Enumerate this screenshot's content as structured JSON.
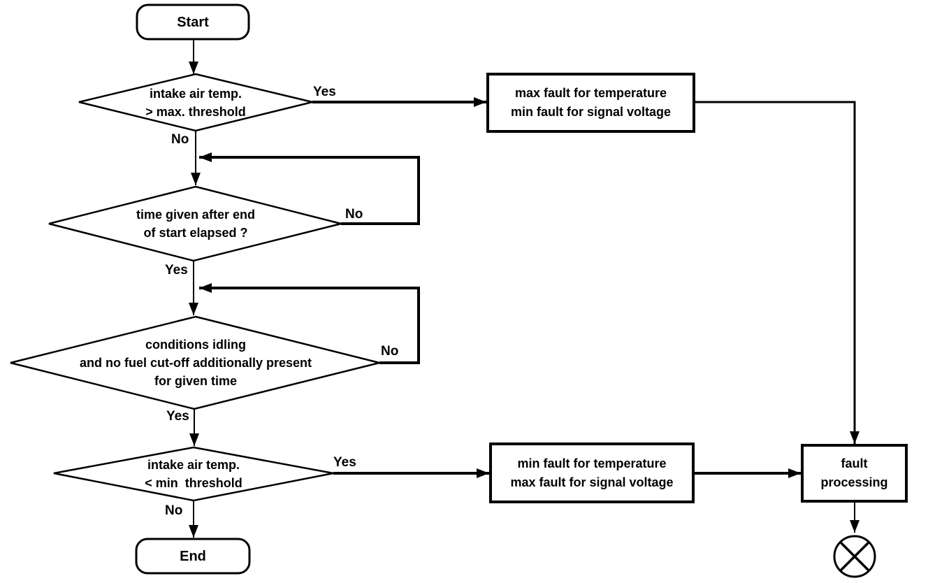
{
  "colors": {
    "line": "#000000",
    "node_fill": "#ffffff",
    "background": "#ffffff"
  },
  "nodes": {
    "start": {
      "label": "Start"
    },
    "d1": {
      "label": "intake air temp.\n> max. threshold"
    },
    "p1": {
      "label": "max fault for temperature\nmin fault for signal voltage"
    },
    "d2": {
      "label": "time given after end\nof start elapsed ?"
    },
    "d3": {
      "label": "conditions idling\nand no fuel cut-off additionally present\nfor given time"
    },
    "d4": {
      "label": "intake air temp.\n< min  threshold"
    },
    "p2": {
      "label": "min fault for temperature\nmax fault for signal voltage"
    },
    "p3": {
      "label": "fault\nprocessing"
    },
    "end": {
      "label": "End"
    },
    "connector": {
      "symbol": "crossed-circle"
    }
  },
  "edges": {
    "d1_yes": {
      "label": "Yes"
    },
    "d1_no": {
      "label": "No"
    },
    "d2_no": {
      "label": "No"
    },
    "d2_yes": {
      "label": "Yes"
    },
    "d3_no": {
      "label": "No"
    },
    "d3_yes": {
      "label": "Yes"
    },
    "d4_yes": {
      "label": "Yes"
    },
    "d4_no": {
      "label": "No"
    }
  }
}
